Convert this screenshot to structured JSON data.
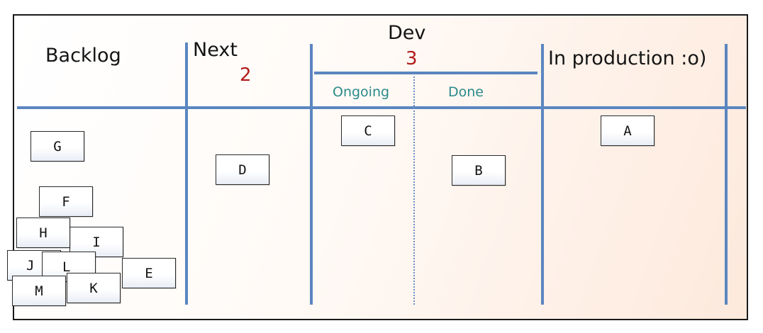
{
  "columns": {
    "backlog": "Backlog",
    "next": "Next",
    "next_limit": "2",
    "dev": "Dev",
    "dev_limit": "3",
    "dev_ongoing": "Ongoing",
    "dev_done": "Done",
    "production": "In production :o)"
  },
  "cards": {
    "g": "G",
    "f": "F",
    "h": "H",
    "i": "I",
    "j": "J",
    "l": "L",
    "e": "E",
    "m": "M",
    "k": "K",
    "d": "D",
    "c": "C",
    "b": "B",
    "a": "A"
  }
}
